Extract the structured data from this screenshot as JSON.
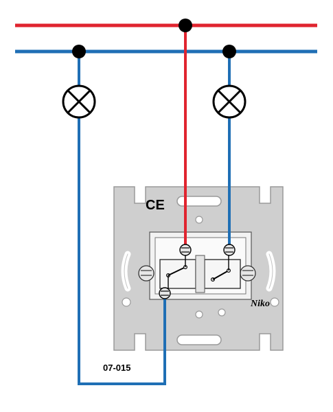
{
  "colors": {
    "live": "#e0242f",
    "neutral": "#1f6fb5",
    "plate": "#cfcfcf",
    "plate_edge": "#9a9a9a",
    "mechanism": "#f2f2f2",
    "ink": "#000000"
  },
  "plate": {
    "ce_mark": "CE",
    "brand_logo": "Niko",
    "model_number": "07-015"
  },
  "lamps": [
    {
      "name": "lamp-left",
      "icon": "lamp-symbol-icon"
    },
    {
      "name": "lamp-right",
      "icon": "lamp-symbol-icon"
    }
  ]
}
